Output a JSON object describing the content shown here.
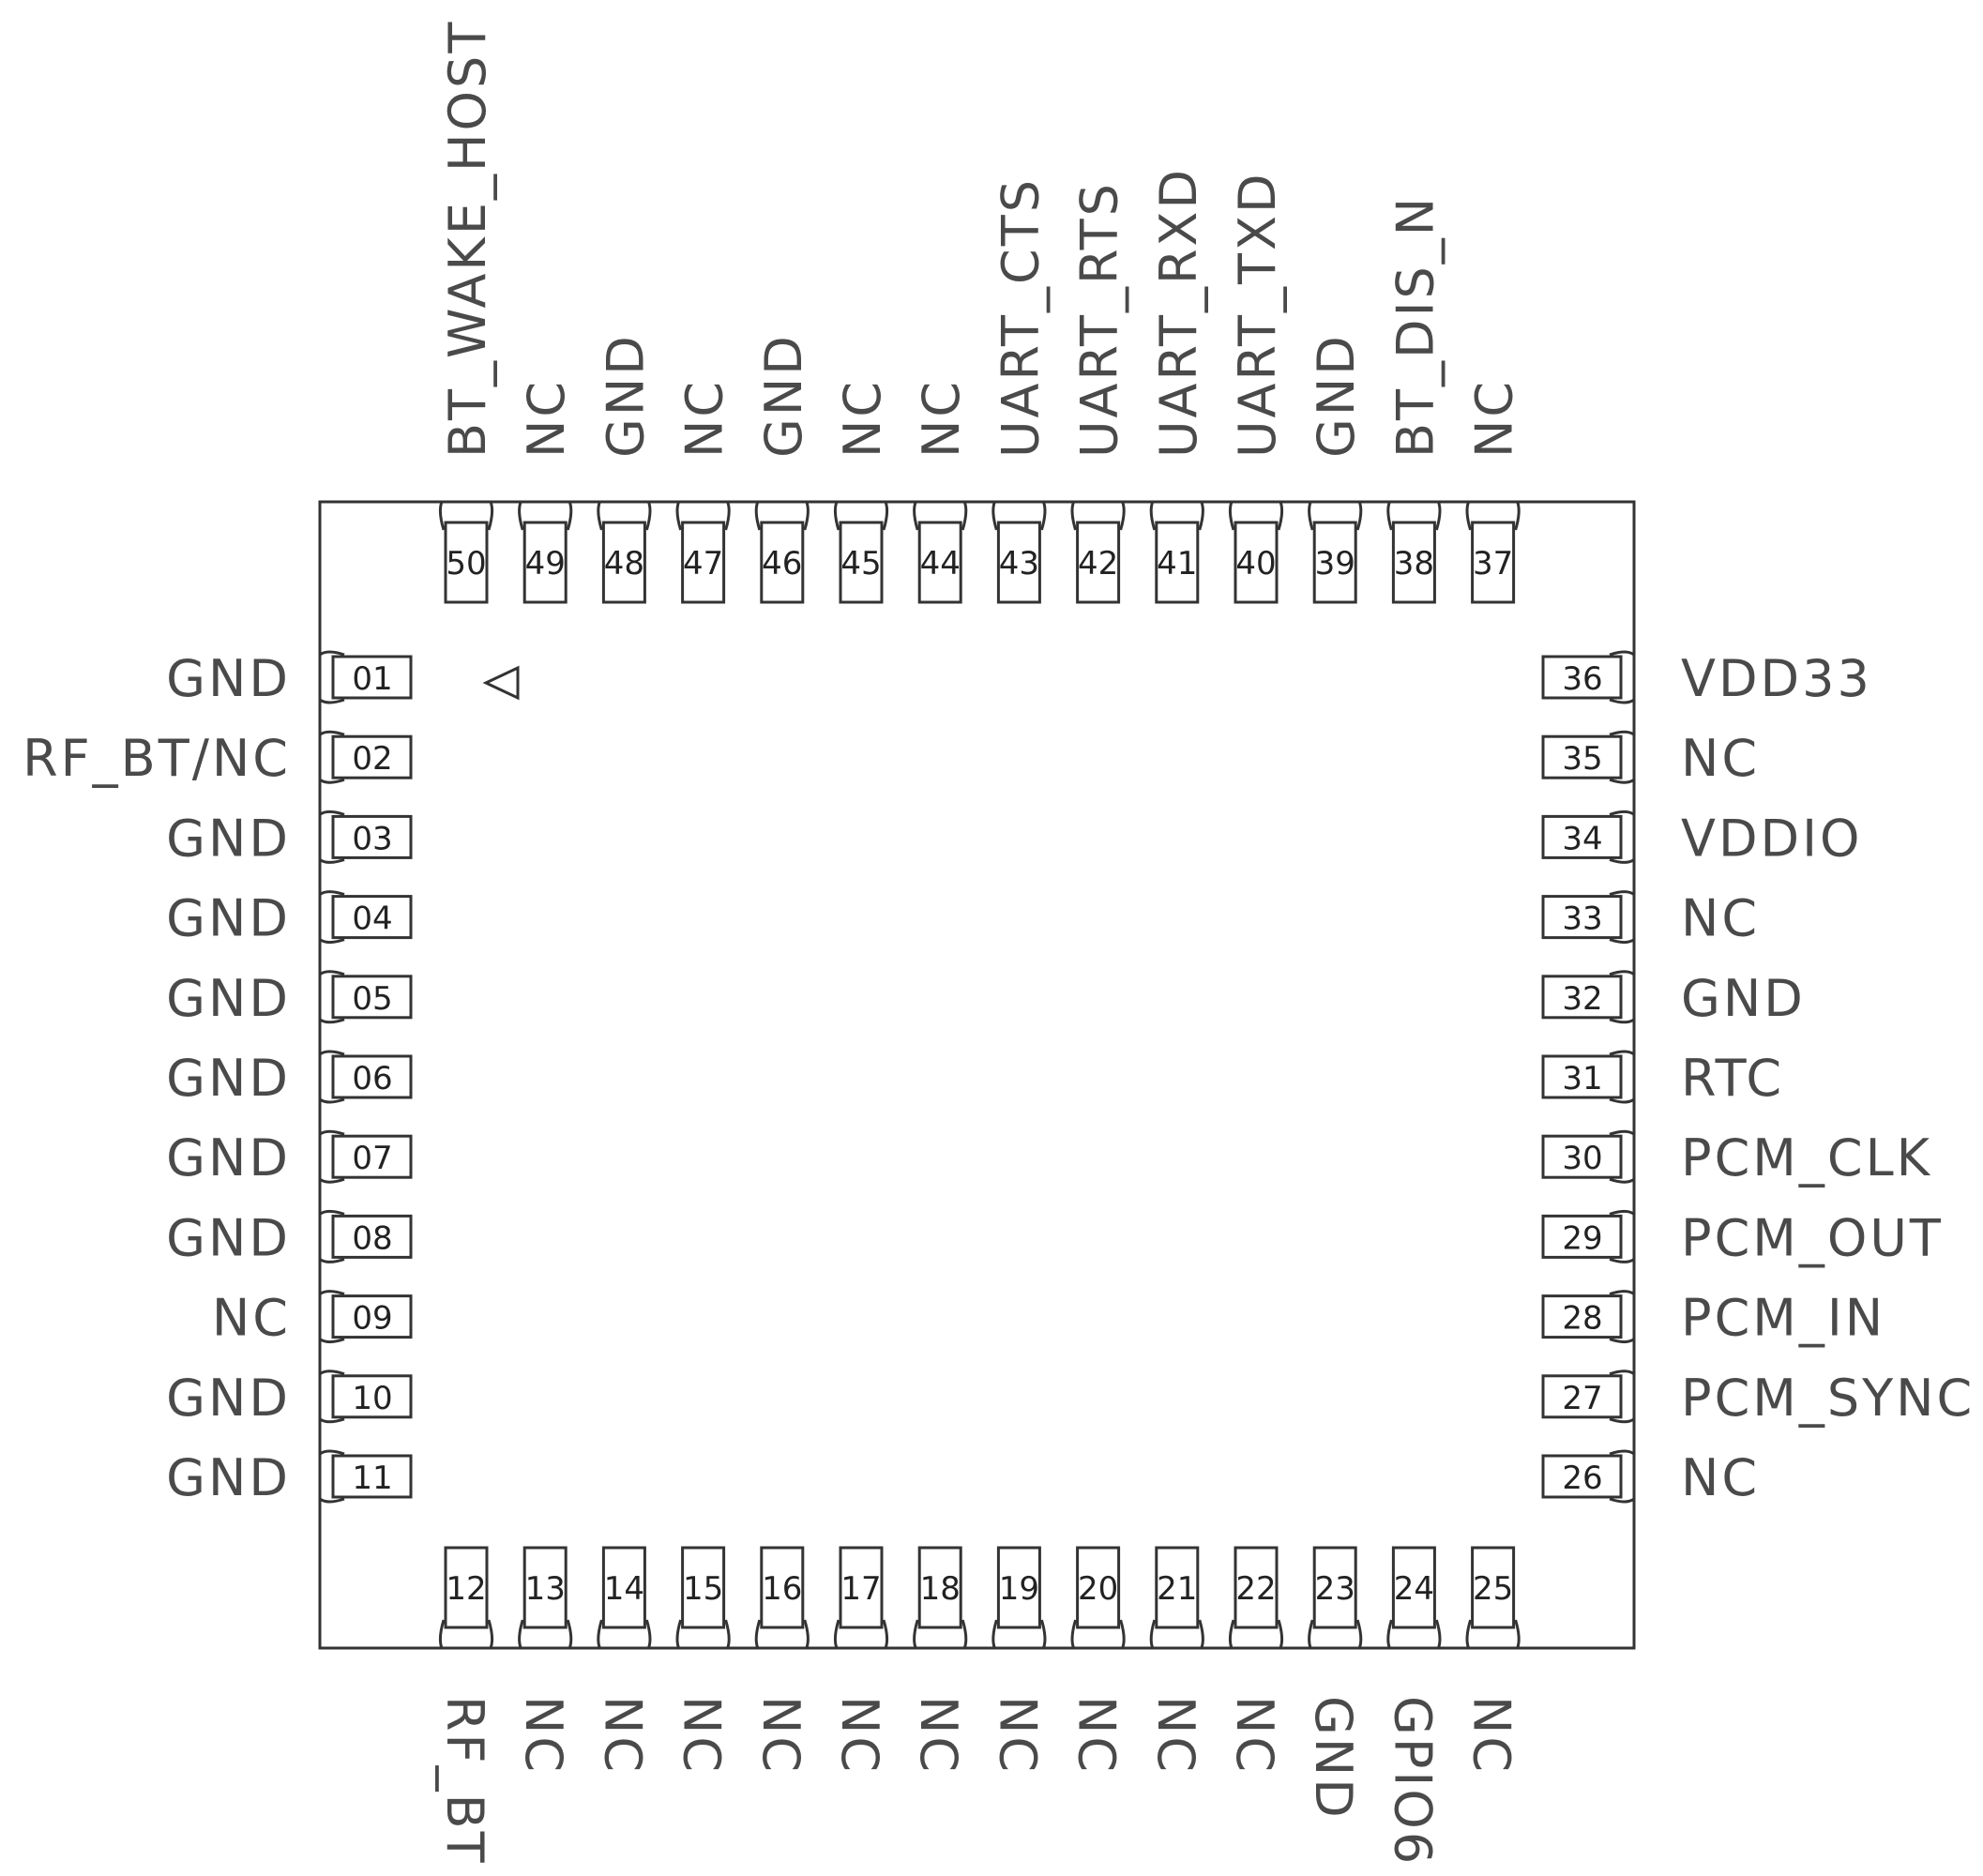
{
  "pin1_marker": "triangle-marker",
  "pins": {
    "left": [
      {
        "number": "01",
        "label": "GND"
      },
      {
        "number": "02",
        "label": "RF_BT/NC"
      },
      {
        "number": "03",
        "label": "GND"
      },
      {
        "number": "04",
        "label": "GND"
      },
      {
        "number": "05",
        "label": "GND"
      },
      {
        "number": "06",
        "label": "GND"
      },
      {
        "number": "07",
        "label": "GND"
      },
      {
        "number": "08",
        "label": "GND"
      },
      {
        "number": "09",
        "label": "NC"
      },
      {
        "number": "10",
        "label": "GND"
      },
      {
        "number": "11",
        "label": "GND"
      }
    ],
    "bottom": [
      {
        "number": "12",
        "label": "RF_BT"
      },
      {
        "number": "13",
        "label": "NC"
      },
      {
        "number": "14",
        "label": "NC"
      },
      {
        "number": "15",
        "label": "NC"
      },
      {
        "number": "16",
        "label": "NC"
      },
      {
        "number": "17",
        "label": "NC"
      },
      {
        "number": "18",
        "label": "NC"
      },
      {
        "number": "19",
        "label": "NC"
      },
      {
        "number": "20",
        "label": "NC"
      },
      {
        "number": "21",
        "label": "NC"
      },
      {
        "number": "22",
        "label": "NC"
      },
      {
        "number": "23",
        "label": "GND"
      },
      {
        "number": "24",
        "label": "GPIO6"
      },
      {
        "number": "25",
        "label": "NC"
      }
    ],
    "right": [
      {
        "number": "26",
        "label": "NC"
      },
      {
        "number": "27",
        "label": "PCM_SYNC"
      },
      {
        "number": "28",
        "label": "PCM_IN"
      },
      {
        "number": "29",
        "label": "PCM_OUT"
      },
      {
        "number": "30",
        "label": "PCM_CLK"
      },
      {
        "number": "31",
        "label": "RTC"
      },
      {
        "number": "32",
        "label": "GND"
      },
      {
        "number": "33",
        "label": "NC"
      },
      {
        "number": "34",
        "label": "VDDIO"
      },
      {
        "number": "35",
        "label": "NC"
      },
      {
        "number": "36",
        "label": "VDD33"
      }
    ],
    "top": [
      {
        "number": "37",
        "label": "NC"
      },
      {
        "number": "38",
        "label": "BT_DIS_N"
      },
      {
        "number": "39",
        "label": "GND"
      },
      {
        "number": "40",
        "label": "UART_TXD"
      },
      {
        "number": "41",
        "label": "UART_RXD"
      },
      {
        "number": "42",
        "label": "UART_RTS"
      },
      {
        "number": "43",
        "label": "UART_CTS"
      },
      {
        "number": "44",
        "label": "NC"
      },
      {
        "number": "45",
        "label": "NC"
      },
      {
        "number": "46",
        "label": "GND"
      },
      {
        "number": "47",
        "label": "NC"
      },
      {
        "number": "48",
        "label": "GND"
      },
      {
        "number": "49",
        "label": "NC"
      },
      {
        "number": "50",
        "label": "BT_WAKE_HOST"
      }
    ]
  }
}
